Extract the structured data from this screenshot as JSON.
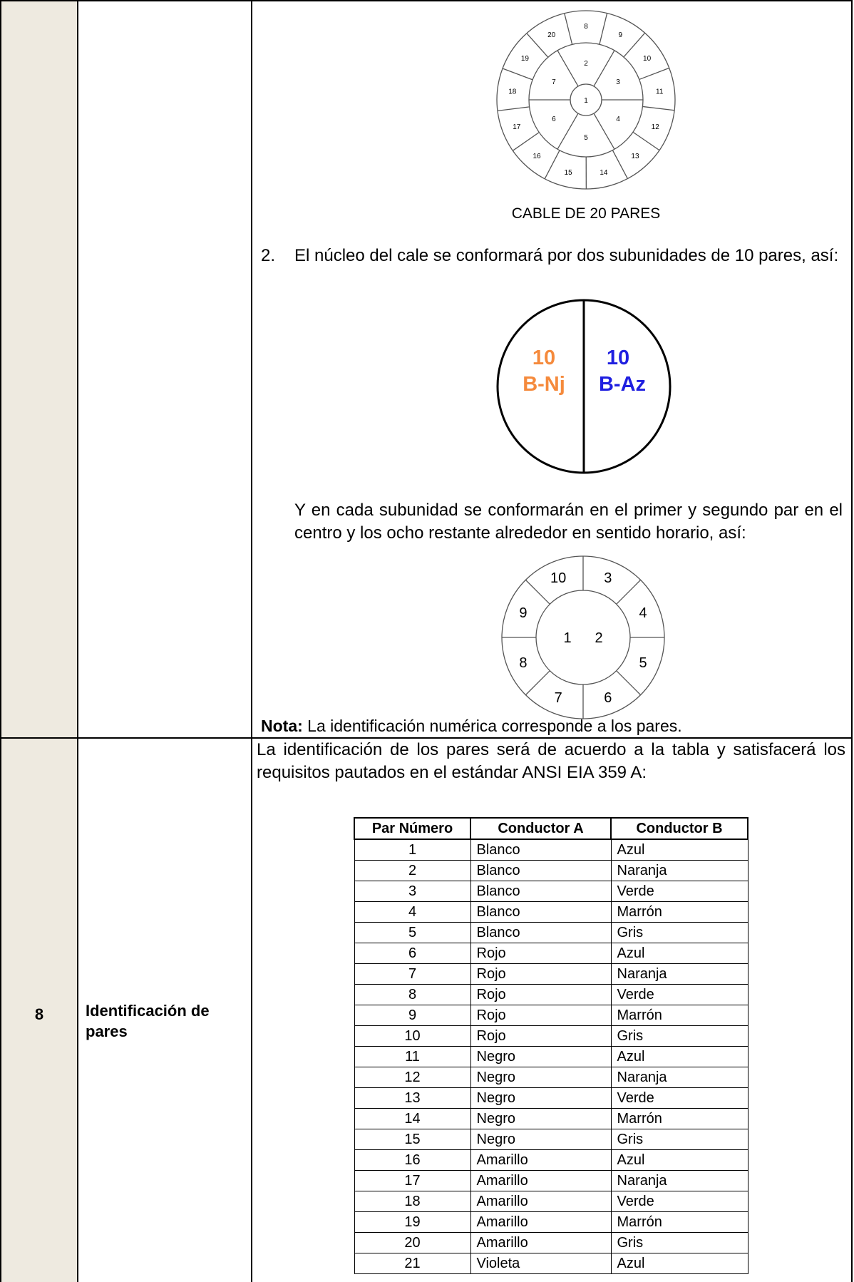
{
  "first_row": {
    "diagram_20_pairs": {
      "caption": "CABLE DE 20 PARES",
      "center": "1",
      "inner_ring": [
        "2",
        "3",
        "4",
        "5",
        "6",
        "7"
      ],
      "outer_ring": [
        "8",
        "9",
        "10",
        "11",
        "12",
        "13",
        "14",
        "15",
        "16",
        "17",
        "18",
        "19",
        "20"
      ]
    },
    "item_number": "2.",
    "item_text": "El núcleo del cale se conformará por dos subunidades de 10 pares, así:",
    "diagram_split": {
      "left_count": "10",
      "left_label": "B-Nj",
      "right_count": "10",
      "right_label": "B-Az",
      "left_color": "#f58a3c",
      "right_color": "#1f1fe0"
    },
    "sub_text": "Y en cada subunidad se conformarán en el primer y segundo par en el centro y los ocho restante alrededor en sentido horario, así:",
    "diagram_10_pairs": {
      "center": [
        "1",
        "2"
      ],
      "ring": [
        "3",
        "4",
        "5",
        "6",
        "7",
        "8",
        "9",
        "10"
      ]
    },
    "note_label": "Nota:",
    "note_text": " La identificación numérica corresponde a los pares."
  },
  "second_row": {
    "number": "8",
    "title": "Identificación de pares",
    "intro": "La identificación de los pares será de acuerdo a la tabla y satisfacerá los requisitos pautados en el estándar ANSI EIA 359 A:",
    "table": {
      "headers": [
        "Par Número",
        "Conductor A",
        "Conductor B"
      ],
      "rows": [
        [
          "1",
          "Blanco",
          "Azul"
        ],
        [
          "2",
          "Blanco",
          "Naranja"
        ],
        [
          "3",
          "Blanco",
          "Verde"
        ],
        [
          "4",
          "Blanco",
          "Marrón"
        ],
        [
          "5",
          "Blanco",
          "Gris"
        ],
        [
          "6",
          "Rojo",
          "Azul"
        ],
        [
          "7",
          "Rojo",
          "Naranja"
        ],
        [
          "8",
          "Rojo",
          "Verde"
        ],
        [
          "9",
          "Rojo",
          "Marrón"
        ],
        [
          "10",
          "Rojo",
          "Gris"
        ],
        [
          "11",
          "Negro",
          "Azul"
        ],
        [
          "12",
          "Negro",
          "Naranja"
        ],
        [
          "13",
          "Negro",
          "Verde"
        ],
        [
          "14",
          "Negro",
          "Marrón"
        ],
        [
          "15",
          "Negro",
          "Gris"
        ],
        [
          "16",
          "Amarillo",
          "Azul"
        ],
        [
          "17",
          "Amarillo",
          "Naranja"
        ],
        [
          "18",
          "Amarillo",
          "Verde"
        ],
        [
          "19",
          "Amarillo",
          "Marrón"
        ],
        [
          "20",
          "Amarillo",
          "Gris"
        ],
        [
          "21",
          "Violeta",
          "Azul"
        ]
      ]
    }
  }
}
